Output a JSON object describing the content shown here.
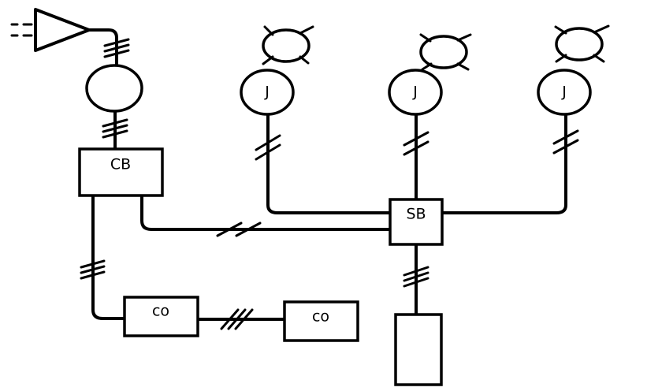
{
  "colors": {
    "ink": "#000000",
    "background": "#ffffff"
  },
  "labels": {
    "cb": "CB",
    "sb": "SB",
    "co_left": "co",
    "co_right": "co",
    "j_left": "J",
    "j_middle": "J",
    "j_right": "J"
  },
  "icons": {
    "source": "amplifier-triangle-icon",
    "lamp": "lamp-ellipse-icon"
  }
}
